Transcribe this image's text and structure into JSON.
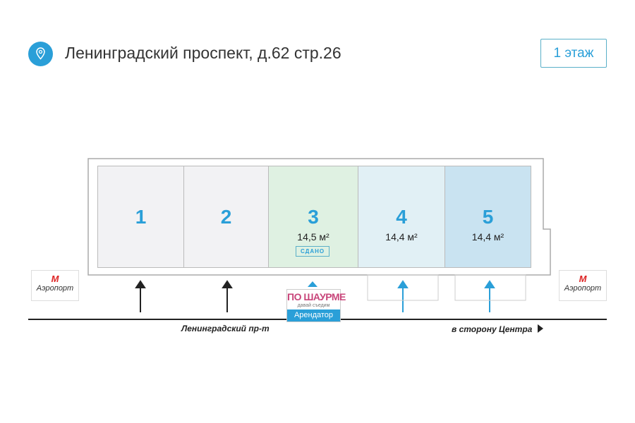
{
  "header": {
    "address": "Ленинградский проспект, д.62 стр.26",
    "floor_button": "1 этаж"
  },
  "rooms": [
    {
      "number": "1",
      "area": "",
      "color": "#f2f2f4"
    },
    {
      "number": "2",
      "area": "",
      "color": "#f2f2f4"
    },
    {
      "number": "3",
      "area": "14,5 м²",
      "color": "#dff1e2",
      "status": "СДАНО"
    },
    {
      "number": "4",
      "area": "14,4 м²",
      "color": "#e1f0f5"
    },
    {
      "number": "5",
      "area": "14,4 м²",
      "color": "#c9e3f1"
    }
  ],
  "metro": {
    "left": "Аэропорт",
    "right": "Аэропорт",
    "logo": "М"
  },
  "tenant": {
    "name": "ПО ШАУРМЕ",
    "slogan": "давай съедим",
    "label": "Арендатор"
  },
  "street": {
    "name": "Ленинградский пр-т",
    "direction": "в сторону Центра"
  }
}
